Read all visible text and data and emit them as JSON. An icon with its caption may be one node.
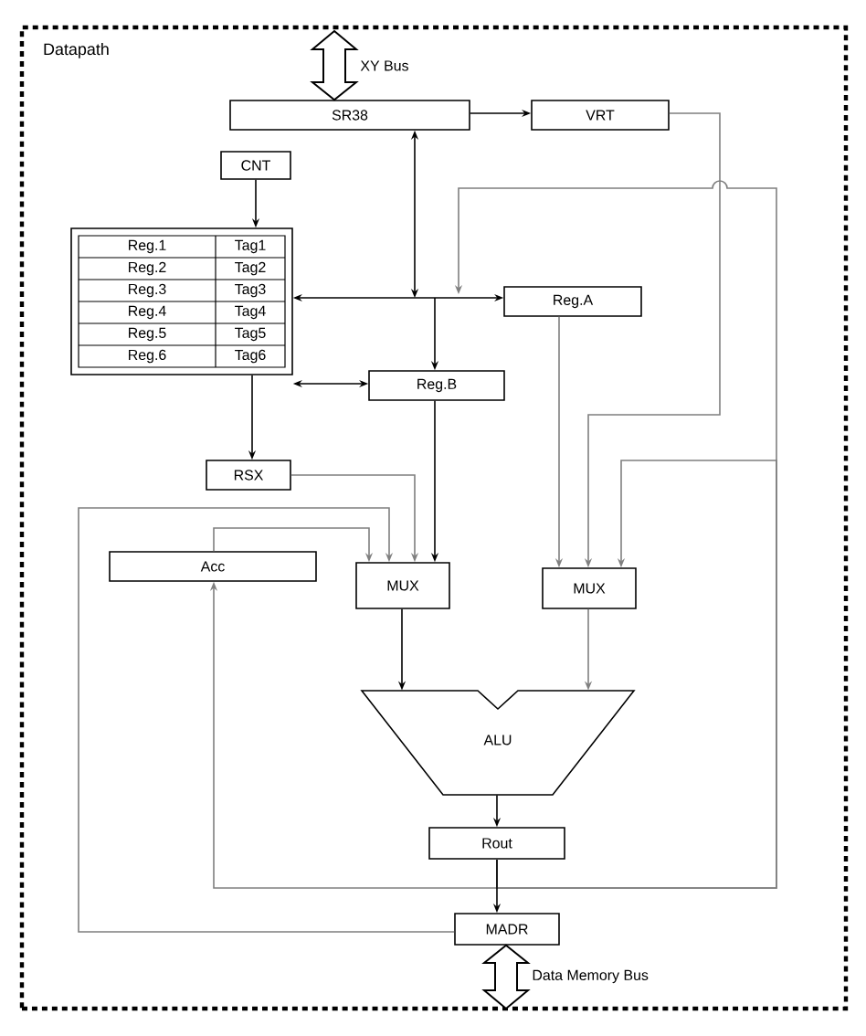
{
  "diagram": {
    "nodes": [
      {
        "text": [
          "Datapath"
        ]
      },
      {
        "text": [
          "SR38"
        ],
        "in": 0
      },
      {
        "text": [
          "VRT"
        ],
        "in": 0
      },
      {
        "text": [
          "CNT"
        ],
        "in": 0
      },
      {
        "text": [
          "Reg.1",
          "Tag1",
          "Reg.2",
          "Tag2",
          "Reg.3",
          "Tag3",
          "Reg.4",
          "Tag4",
          "Reg.5",
          "Tag5",
          "Reg.6",
          "Tag6"
        ],
        "in": 0
      },
      {
        "text": [
          "Reg.A"
        ],
        "in": 0
      },
      {
        "text": [
          "Reg.B"
        ],
        "in": 0
      },
      {
        "text": [
          "RSX"
        ],
        "in": 0
      },
      {
        "text": [
          "Acc"
        ],
        "in": 0
      },
      {
        "text": [
          "MUX"
        ],
        "in": 0
      },
      {
        "text": [
          "MUX"
        ],
        "in": 0
      },
      {
        "text": [
          "ALU"
        ],
        "in": 0
      },
      {
        "text": [
          "Rout"
        ],
        "in": 0
      },
      {
        "text": [
          "MADR"
        ],
        "in": 0
      }
    ],
    "edges": [
      {
        "from": 1,
        "to": 2,
        "arrow": "to"
      },
      {
        "from": 4,
        "to": 5,
        "arrow": "both"
      },
      {
        "from": 1,
        "to": null,
        "arrow": "both"
      },
      {
        "from": null,
        "to": 6,
        "arrow": "to"
      },
      {
        "from": 4,
        "to": 6,
        "arrow": "both"
      },
      {
        "from": 3,
        "to": 4,
        "arrow": "to"
      },
      {
        "from": 4,
        "to": 7,
        "arrow": "to"
      },
      {
        "from": 2,
        "to": 10,
        "arrow": "to",
        "color": "#7f7f7f"
      },
      {
        "from": 5,
        "to": 10,
        "arrow": "to",
        "color": "#7f7f7f"
      },
      {
        "from": 12,
        "to": null,
        "arrow": "to",
        "color": "#7f7f7f"
      },
      {
        "from": 12,
        "to": 10,
        "arrow": "to",
        "color": "#7f7f7f"
      },
      {
        "from": 12,
        "to": 8,
        "arrow": "to",
        "color": "#7f7f7f"
      },
      {
        "from": 12,
        "to": 13,
        "arrow": "to"
      },
      {
        "from": 13,
        "to": 9,
        "arrow": "to",
        "color": "#7f7f7f"
      },
      {
        "from": 8,
        "to": 9,
        "arrow": "to",
        "color": "#7f7f7f"
      },
      {
        "from": 7,
        "to": 9,
        "arrow": "to",
        "color": "#7f7f7f"
      },
      {
        "from": 6,
        "to": 9,
        "arrow": "to"
      },
      {
        "from": 9,
        "to": 11,
        "arrow": "to"
      },
      {
        "from": 10,
        "to": 11,
        "arrow": "to",
        "color": "#7f7f7f"
      },
      {
        "from": 11,
        "to": 12,
        "arrow": "to"
      },
      {
        "from": null,
        "to": 1,
        "arrow": "both",
        "label": "XY Bus",
        "style": "thick"
      },
      {
        "from": 13,
        "to": null,
        "arrow": "both",
        "label": "Data Memory Bus",
        "style": "thick"
      }
    ]
  }
}
